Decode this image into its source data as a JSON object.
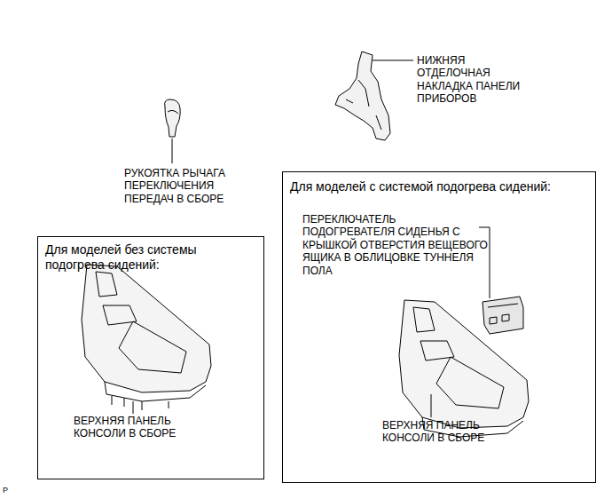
{
  "diagram": {
    "nodes": [
      {
        "text": [
          "Для моделей без системы подогрева сидений:",
          "ВЕРХНЯЯ ПАНЕЛЬ КОНСОЛИ В СБОРЕ"
        ]
      },
      {
        "text": [
          "Для моделей с системой подогрева сидений:",
          "ПЕРЕКЛЮЧАТЕЛЬ ПОДОГРЕВАТЕЛЯ СИДЕНЬЯ С КРЫШКОЙ ОТВЕРСТИЯ ВЕЩЕВОГО ЯЩИКА В ОБЛИЦОВКЕ ТУННЕЛЯ ПОЛА",
          "ВЕРХНЯЯ ПАНЕЛЬ КОНСОЛИ В СБОРЕ"
        ]
      }
    ],
    "edges": [],
    "labels": [
      "НИЖНЯЯ ОТДЕЛОЧНАЯ НАКЛАДКА ПАНЕЛИ ПРИБОРОВ",
      "РУКОЯТКА РЫЧАГА ПЕРЕКЛЮЧЕНИЯ ПЕРЕДАЧ В СБОРЕ",
      "P"
    ]
  }
}
